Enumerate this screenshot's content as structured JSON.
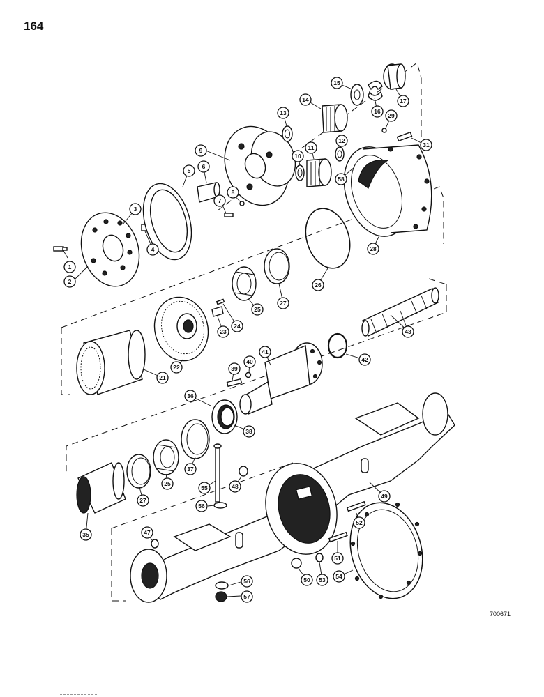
{
  "page": {
    "number": "164",
    "drawing_code": "700671"
  },
  "callouts": [
    "1",
    "2",
    "3",
    "4",
    "5",
    "6",
    "7",
    "8",
    "9",
    "10",
    "11",
    "12",
    "13",
    "14",
    "15",
    "16",
    "17",
    "21",
    "22",
    "23",
    "24",
    "25",
    "25",
    "26",
    "27",
    "27",
    "28",
    "29",
    "31",
    "35",
    "36",
    "37",
    "38",
    "39",
    "40",
    "41",
    "42",
    "43",
    "47",
    "48",
    "49",
    "50",
    "51",
    "52",
    "53",
    "54",
    "55",
    "56",
    "56",
    "57",
    "58"
  ]
}
